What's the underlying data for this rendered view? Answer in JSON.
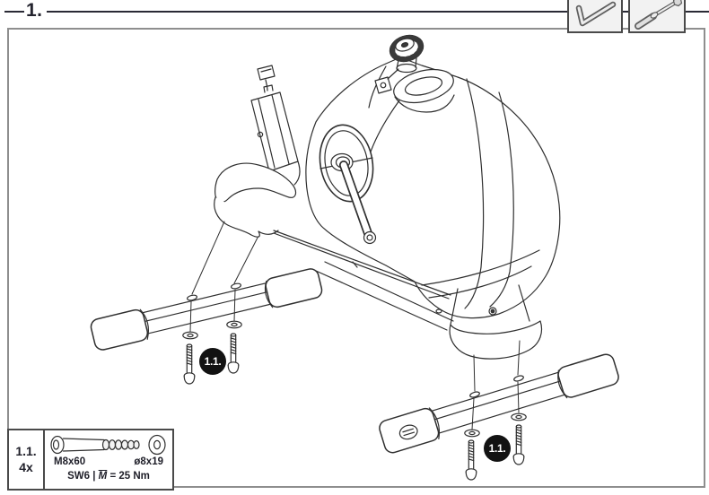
{
  "step": {
    "label": "1."
  },
  "badges": [
    {
      "label": "1.1."
    },
    {
      "label": "1.1."
    }
  ],
  "tools": {
    "tool_1": "allen-key",
    "tool_2": "socket-wrench"
  },
  "parts_box": {
    "ref_label": "1.1.",
    "quantity_label": "4x",
    "bolt_label": "M8x60",
    "washer_label": "ø8x19",
    "wrench_size_label": "SW6",
    "separator": "|",
    "torque_symbol": "M",
    "torque_value": "= 25 Nm"
  },
  "colors": {
    "line_art": "#2f2f2f",
    "frame_border": "#8e8e8e",
    "tool_box_fill": "#f2f2f2",
    "box_border": "#4a4a4a",
    "badge_bg": "#121212",
    "badge_text": "#ffffff",
    "heading_text": "#23232e"
  }
}
